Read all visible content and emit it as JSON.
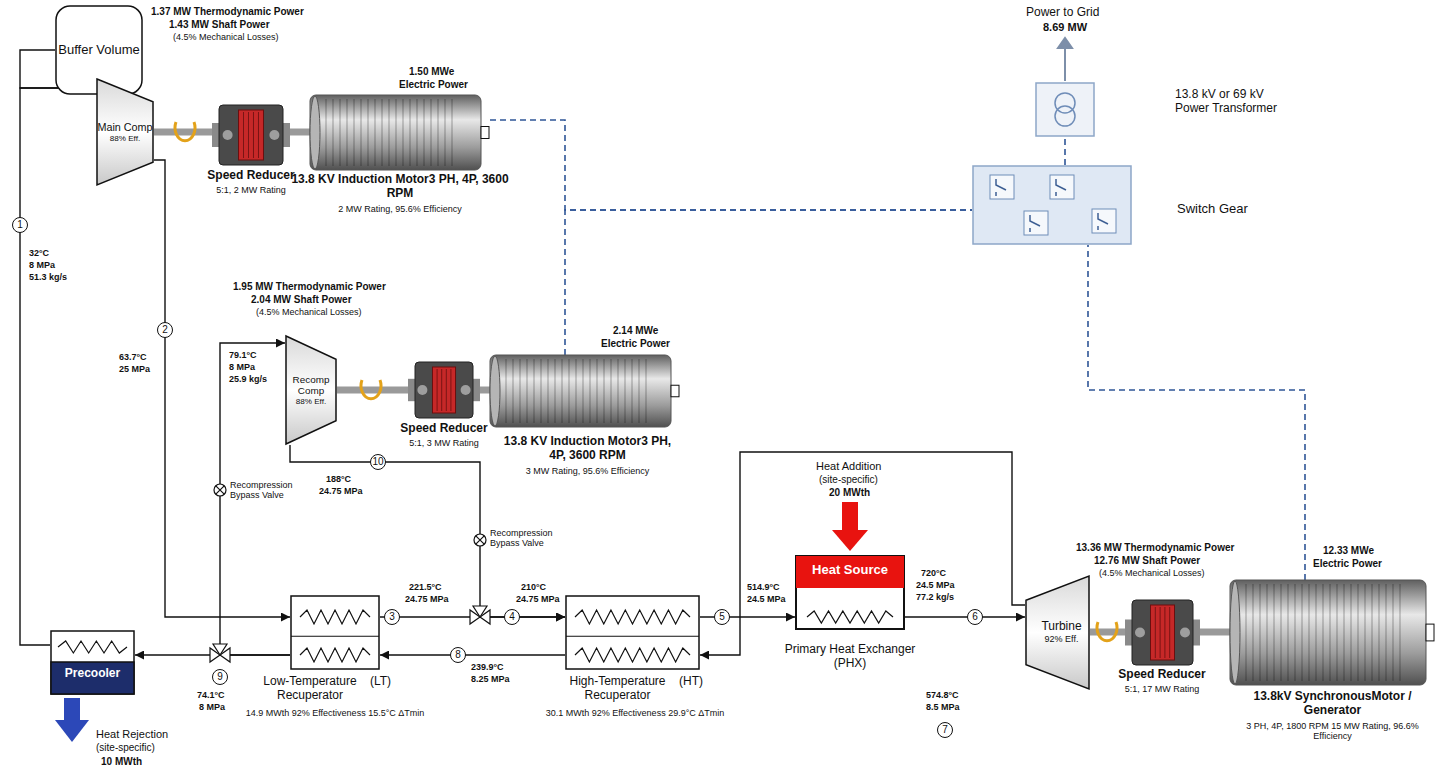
{
  "diagram": {
    "nodes": [
      {
        "text": [
          "Buffer Volume"
        ]
      },
      {
        "text": [
          "Main Comp",
          "88% Eff."
        ]
      },
      {
        "text": [
          "Speed Reducer",
          "5:1, 2 MW Rating"
        ]
      },
      {
        "text": [
          "13.8 KV Induction Motor3 PH, 4P, 3600 RPM",
          "2 MW Rating, 95.6% Efficiency"
        ]
      },
      {
        "text": [
          "Recomp Comp",
          "88% Eff."
        ]
      },
      {
        "text": [
          "Speed Reducer",
          "5:1, 3 MW Rating"
        ]
      },
      {
        "text": [
          "13.8 KV Induction Motor3 PH, 4P, 3600 RPM",
          "3 MW Rating, 95.6% Efficiency"
        ]
      },
      {
        "text": [
          "Switch Gear"
        ]
      },
      {
        "text": [
          "13.8 kV or 69 kV Power Transformer"
        ]
      },
      {
        "text": [
          "Precooler"
        ]
      },
      {
        "text": [
          "Low-Temperature Recuperator",
          "(LT)",
          "14.9 MWth 92% Effectiveness 15.5°C ΔTmin"
        ]
      },
      {
        "text": [
          "High-Temperature Recuperator",
          "(HT)",
          "30.1 MWth 92% Effectiveness 29.9°C ΔTmin"
        ]
      },
      {
        "text": [
          "Heat Source",
          "Primary Heat Exchanger (PHX)"
        ]
      },
      {
        "text": [
          "Turbine",
          "92% Eff."
        ]
      },
      {
        "text": [
          "Speed Reducer",
          "5:1, 17 MW Rating"
        ]
      },
      {
        "text": [
          "13.8kV SynchronousMotor / Generator",
          "3 PH, 4P, 1800 RPM 15 MW Rating, 96.6% Efficiency"
        ]
      }
    ],
    "edges": [
      {
        "from": 9,
        "to": 1,
        "arrow": "to"
      },
      {
        "from": 0,
        "to": 1,
        "arrow": "to"
      },
      {
        "from": 1,
        "to": 10,
        "arrow": "to"
      },
      {
        "from": 10,
        "to": 11,
        "arrow": "to"
      },
      {
        "from": 11,
        "to": 12,
        "arrow": "to"
      },
      {
        "from": 12,
        "to": 13,
        "arrow": "to"
      },
      {
        "from": 13,
        "to": 11,
        "arrow": "to"
      },
      {
        "from": 11,
        "to": 10,
        "arrow": "to"
      },
      {
        "from": 10,
        "to": 9,
        "arrow": "to"
      },
      {
        "from": 10,
        "to": 4,
        "arrow": "to"
      },
      {
        "from": 4,
        "to": 11,
        "arrow": "to"
      },
      {
        "from": 1,
        "to": 2,
        "arrow": "none"
      },
      {
        "from": 2,
        "to": 3,
        "arrow": "none"
      },
      {
        "from": 4,
        "to": 5,
        "arrow": "none"
      },
      {
        "from": 5,
        "to": 6,
        "arrow": "none"
      },
      {
        "from": 13,
        "to": 14,
        "arrow": "none"
      },
      {
        "from": 14,
        "to": 15,
        "arrow": "none"
      },
      {
        "from": 3,
        "to": 7,
        "arrow": "none"
      },
      {
        "from": 6,
        "to": 7,
        "arrow": "none"
      },
      {
        "from": 15,
        "to": 7,
        "arrow": "none"
      },
      {
        "from": 7,
        "to": 8,
        "arrow": "none"
      }
    ],
    "labels": [
      "1.37 MW Thermodynamic Power",
      "1.43 MW Shaft Power",
      "(4.5% Mechanical Losses)",
      "1.50 MWe",
      "Electric Power",
      "1",
      "32°C",
      "8 MPa",
      "51.3 kg/s",
      "2",
      "63.7°C",
      "25 MPa",
      "1.95 MW Thermodynamic Power",
      "2.04 MW Shaft Power",
      "(4.5% Mechanical Losses)",
      "2.14 MWe",
      "Electric Power",
      "79.1°C",
      "8 MPa",
      "25.9 kg/s",
      "10",
      "188°C",
      "24.75 MPa",
      "Recompression Bypass Valve",
      "Recompression Bypass Valve",
      "3",
      "221.5°C",
      "24.75 MPa",
      "4",
      "210°C",
      "24.75 MPa",
      "5",
      "514.9°C",
      "24.5 MPa",
      "Heat Addition",
      "(site-specific)",
      "20 MWth",
      "720°C",
      "24.5 MPa",
      "77.2 kg/s",
      "6",
      "13.36 MW Thermodynamic Power",
      "12.76 MW Shaft Power",
      "(4.5% Mechanical Losses)",
      "12.33 MWe",
      "Electric Power",
      "7",
      "574.8°C",
      "8.5 MPa",
      "8",
      "239.9°C",
      "8.25 MPa",
      "9",
      "74.1°C",
      "8 MPa",
      "Heat Rejection",
      "(site-specific)",
      "10 MWth",
      "Power to Grid",
      "8.69 MW"
    ]
  }
}
